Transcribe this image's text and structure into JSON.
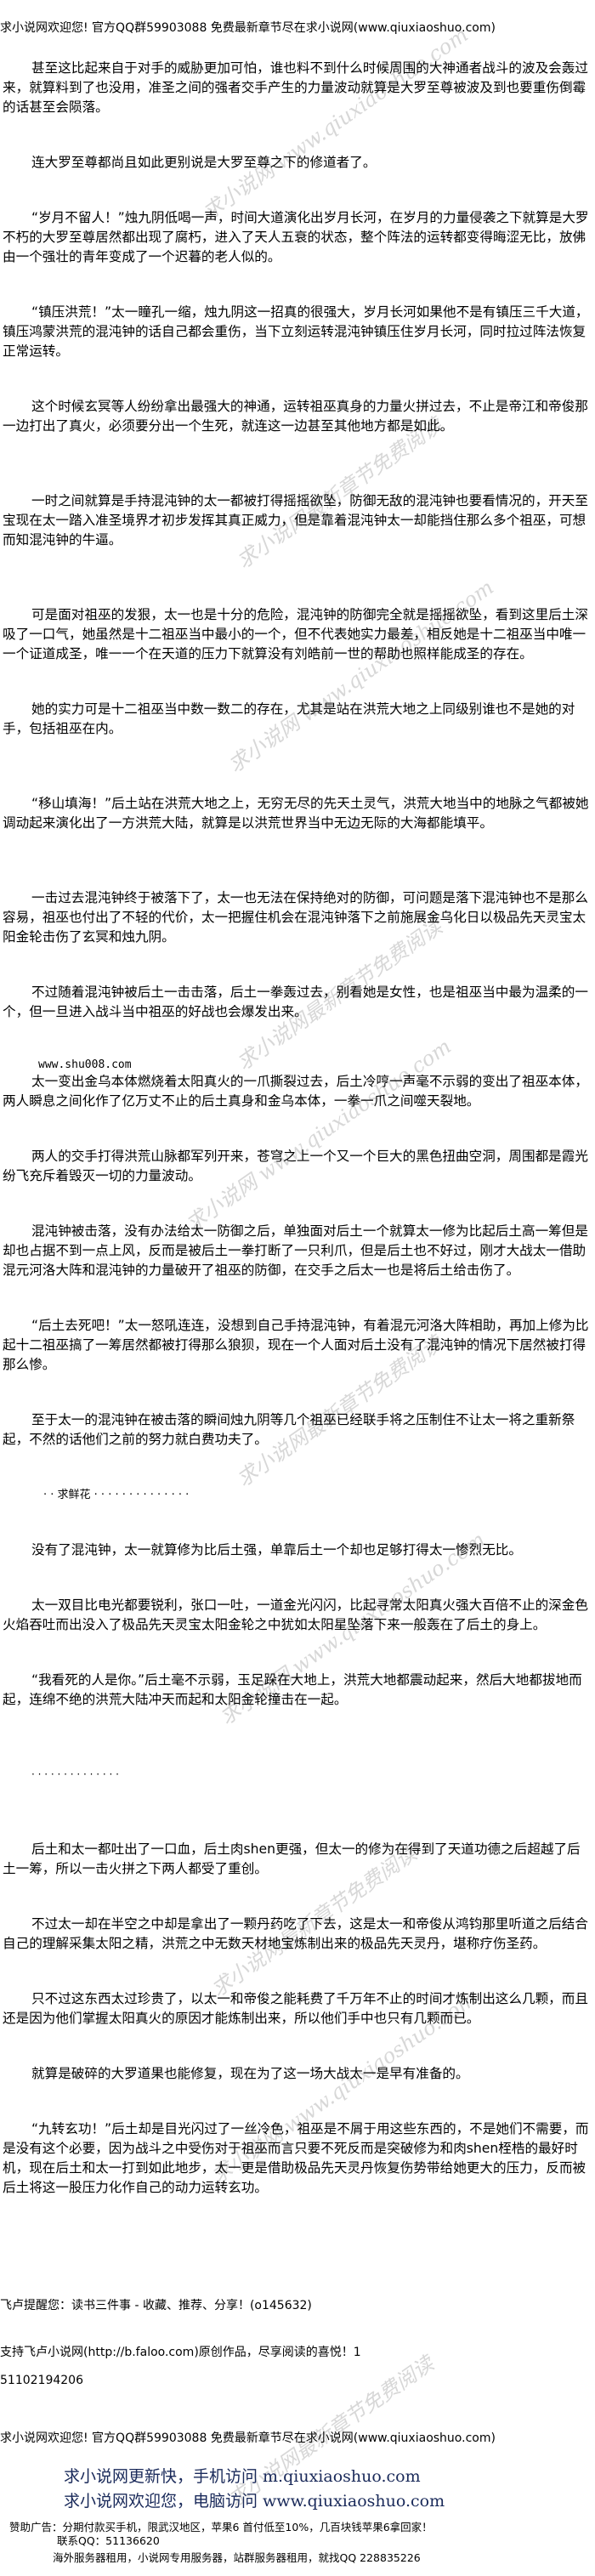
{
  "site_header": "求小说网欢迎您! 官方QQ群59903088 免费最新章节尽在求小说网(www.qiuxiaoshuo.com)",
  "paragraphs": [
    "甚至这比起来自于对手的威胁更加可怕，谁也料不到什么时候周围的大神通者战斗的波及会轰过来，就算料到了也没用，准圣之间的强者交手产生的力量波动就算是大罗至尊被波及到也要重伤倒霉的话甚至会陨落。",
    "连大罗至尊都尚且如此更别说是大罗至尊之下的修道者了。",
    "“岁月不留人！”烛九阴低喝一声，时间大道演化出岁月长河，在岁月的力量侵袭之下就算是大罗不朽的大罗至尊居然都出现了腐朽，进入了天人五衰的状态，整个阵法的运转都变得晦涩无比，放佛由一个强壮的青年变成了一个迟暮的老人似的。",
    "“镇压洪荒！”太一瞳孔一缩，烛九阴这一招真的很强大，岁月长河如果他不是有镇压三千大道，镇压鸿蒙洪荒的混沌钟的话自己都会重伤，当下立刻运转混沌钟镇压住岁月长河，同时拉过阵法恢复正常运转。",
    "这个时候玄冥等人纷纷拿出最强大的神通，运转祖巫真身的力量火拼过去，不止是帝江和帝俊那一边打出了真火，必须要分出一个生死，就连这一边甚至其他地方都是如此。",
    "一时之间就算是手持混沌钟的太一都被打得摇摇欲坠，防御无敌的混沌钟也要看情况的，开天至宝现在太一踏入准圣境界才初步发挥其真正威力，但是靠着混沌钟太一却能挡住那么多个祖巫，可想而知混沌钟的牛逼。",
    "可是面对祖巫的发狠，太一也是十分的危险，混沌钟的防御完全就是摇摇欲坠，看到这里后土深吸了一口气，她虽然是十二祖巫当中最小的一个，但不代表她实力最差，相反她是十二祖巫当中唯一一个证道成圣，唯一一个在天道的压力下就算没有刘皓前一世的帮助也照样能成圣的存在。",
    "她的实力可是十二祖巫当中数一数二的存在，尤其是站在洪荒大地之上同级别谁也不是她的对手，包括祖巫在内。",
    "“移山填海！”后土站在洪荒大地之上，无穷无尽的先天土灵气，洪荒大地当中的地脉之气都被她调动起来演化出了一方洪荒大陆，就算是以洪荒世界当中无边无际的大海都能填平。",
    "一击过去混沌钟终于被落下了，太一也无法在保持绝对的防御，可问题是落下混沌钟也不是那么容易，祖巫也付出了不轻的代价，太一把握住机会在混沌钟落下之前施展金乌化日以极品先天灵宝太阳金轮击伤了玄冥和烛九阴。",
    "不过随着混沌钟被后土一击击落，后土一拳轰过去，别看她是女性，也是祖巫当中最为温柔的一个，但一旦进入战斗当中祖巫的好战也会爆发出来。",
    "www.shu008.com",
    "太一变出金乌本体燃烧着太阳真火的一爪撕裂过去，后土冷哼一声毫不示弱的变出了祖巫本体，两人瞬息之间化作了亿万丈不止的后土真身和金乌本体，一拳一爪之间噬天裂地。",
    "两人的交手打得洪荒山脉都军列开来，苍穹之上一个又一个巨大的黑色扭曲空洞，周围都是霞光纷飞充斥着毁灭一切的力量波动。",
    "混沌钟被击落，没有办法给太一防御之后，单独面对后土一个就算太一修为比起后土高一筹但是却也占据不到一点上风，反而是被后土一拳打断了一只利爪，但是后土也不好过，刚才大战太一借助混元河洛大阵和混沌钟的力量破开了祖巫的防御，在交手之后太一也是将后土给击伤了。",
    "“后土去死吧！”太一怒吼连连，没想到自己手持混沌钟，有着混元河洛大阵相助，再加上修为比起十二祖巫搞了一筹居然都被打得那么狼狈，现在一个人面对后土没有了混沌钟的情况下居然被打得那么惨。",
    "至于太一的混沌钟在被击落的瞬间烛九阴等几个祖巫已经联手将之压制住不让太一将之重新祭起，不然的话他们之前的努力就白费功夫了。",
    "· · 求鲜花 · · · · ·   · · · · · · · · ·",
    "没有了混沌钟，太一就算修为比后土强，单靠后土一个却也足够打得太一惨烈无比。",
    "太一双目比电光都要锐利，张口一吐，一道金光闪闪，比起寻常太阳真火强大百倍不止的深金色火焰吞吐而出没入了极品先天灵宝太阳金轮之中犹如太阳星坠落下来一般轰在了后土的身上。",
    "“我看死的人是你。”后土毫不示弱，玉足跺在大地上，洪荒大地都震动起来，然后大地都拔地而起，连绵不绝的洪荒大陆冲天而起和太阳金轮撞击在一起。",
    "· · · · · · · · ·   · · · · ·",
    "后土和太一都吐出了一口血，后土肉shen更强，但太一的修为在得到了天道功德之后超越了后土一筹，所以一击火拼之下两人都受了重创。",
    "不过太一却在半空之中却是拿出了一颗丹药吃了下去，这是太一和帝俊从鸿钧那里听道之后结合自己的理解采集太阳之精，洪荒之中无数天材地宝炼制出来的极品先天灵丹，堪称疗伤圣药。",
    "只不过这东西太过珍贵了，以太一和帝俊之能耗费了千万年不止的时间才炼制出这么几颗，而且还是因为他们掌握太阳真火的原因才能炼制出来，所以他们手中也只有几颗而已。",
    "就算是破碎的大罗道果也能修复，现在为了这一场大战太一是早有准备的。",
    "“九转玄功！”后土却是目光闪过了一丝冷色，祖巫是不屑于用这些东西的，不是她们不需要，而是没有这个必要，因为战斗之中受伤对于祖巫而言只要不死反而是突破修为和肉shen桎梏的最好时机，现在后土和太一打到如此地步，太一更是借助极品先天灵丹恢复伤势带给她更大的压力，反而被后土将这一股压力化作自己的动力运转玄功。"
  ],
  "reminder": "飞卢提醒您：读书三件事 - 收藏、推荐、分享！(o145632)",
  "support": "支持飞卢小说网(http://b.faloo.com)原创作品，尽享阅读的喜悦！1",
  "support_number": "51102194206",
  "footer": {
    "header": "求小说网欢迎您! 官方QQ群59903088 免费最新章节尽在求小说网(www.qiuxiaoshuo.com)",
    "mobile": "求小说网更新快，手机访问 m.qiuxiaoshuo.com",
    "pc": "求小说网欢迎您，电脑访问 www.qiuxiaoshuo.com",
    "ad1": "赞助广告：分期付款买手机，限武汉地区，苹果6 首付低至10%，几百块钱苹果6拿回家！",
    "ad1_contact": "联系QQ：51136620",
    "ad2": "海外服务器租用，小说网专用服务器，站群服务器租用，就找QQ 228835226"
  },
  "watermarks": {
    "site": "求小说网 www.qiuxiaoshuo.com",
    "free": "求小说网最新章节免费阅读"
  },
  "colors": {
    "footer_link": "#1a2a5a",
    "watermark": "#b8b8b8"
  }
}
